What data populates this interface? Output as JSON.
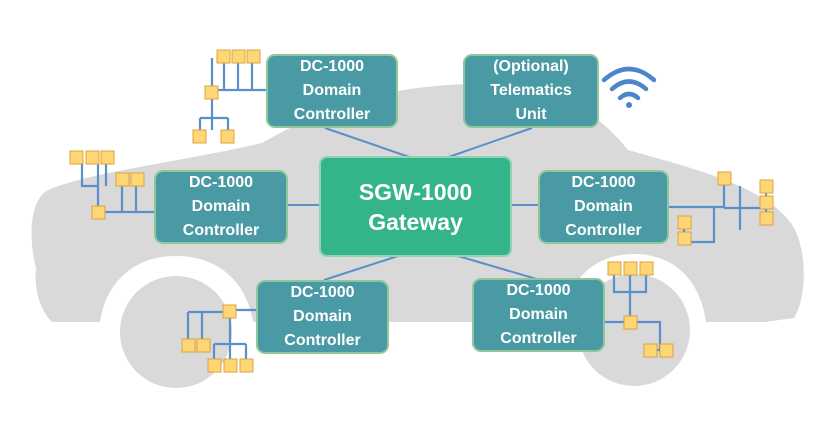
{
  "gateway": {
    "line1": "SGW-1000",
    "line2": "Gateway"
  },
  "controllers": [
    {
      "id": "top",
      "lines": [
        "DC-1000",
        "Domain",
        "Controller"
      ]
    },
    {
      "id": "left",
      "lines": [
        "DC-1000",
        "Domain",
        "Controller"
      ]
    },
    {
      "id": "right",
      "lines": [
        "DC-1000",
        "Domain",
        "Controller"
      ]
    },
    {
      "id": "bottom-left",
      "lines": [
        "DC-1000",
        "Domain",
        "Controller"
      ]
    },
    {
      "id": "bottom-right",
      "lines": [
        "DC-1000",
        "Domain",
        "Controller"
      ]
    }
  ],
  "telematics": {
    "lines": [
      "(Optional)",
      "Telematics",
      "Unit"
    ]
  },
  "colors": {
    "car_body": "#d9d9d9",
    "controller_fill": "#4a9aa6",
    "controller_border": "#8fc79a",
    "gateway_fill": "#34b48a",
    "wire": "#5b8fc9",
    "ecu_fill": "#ffd675",
    "ecu_border": "#d9a43a",
    "wifi_icon": "#4a86c8"
  },
  "icons": [
    "wifi-icon"
  ]
}
